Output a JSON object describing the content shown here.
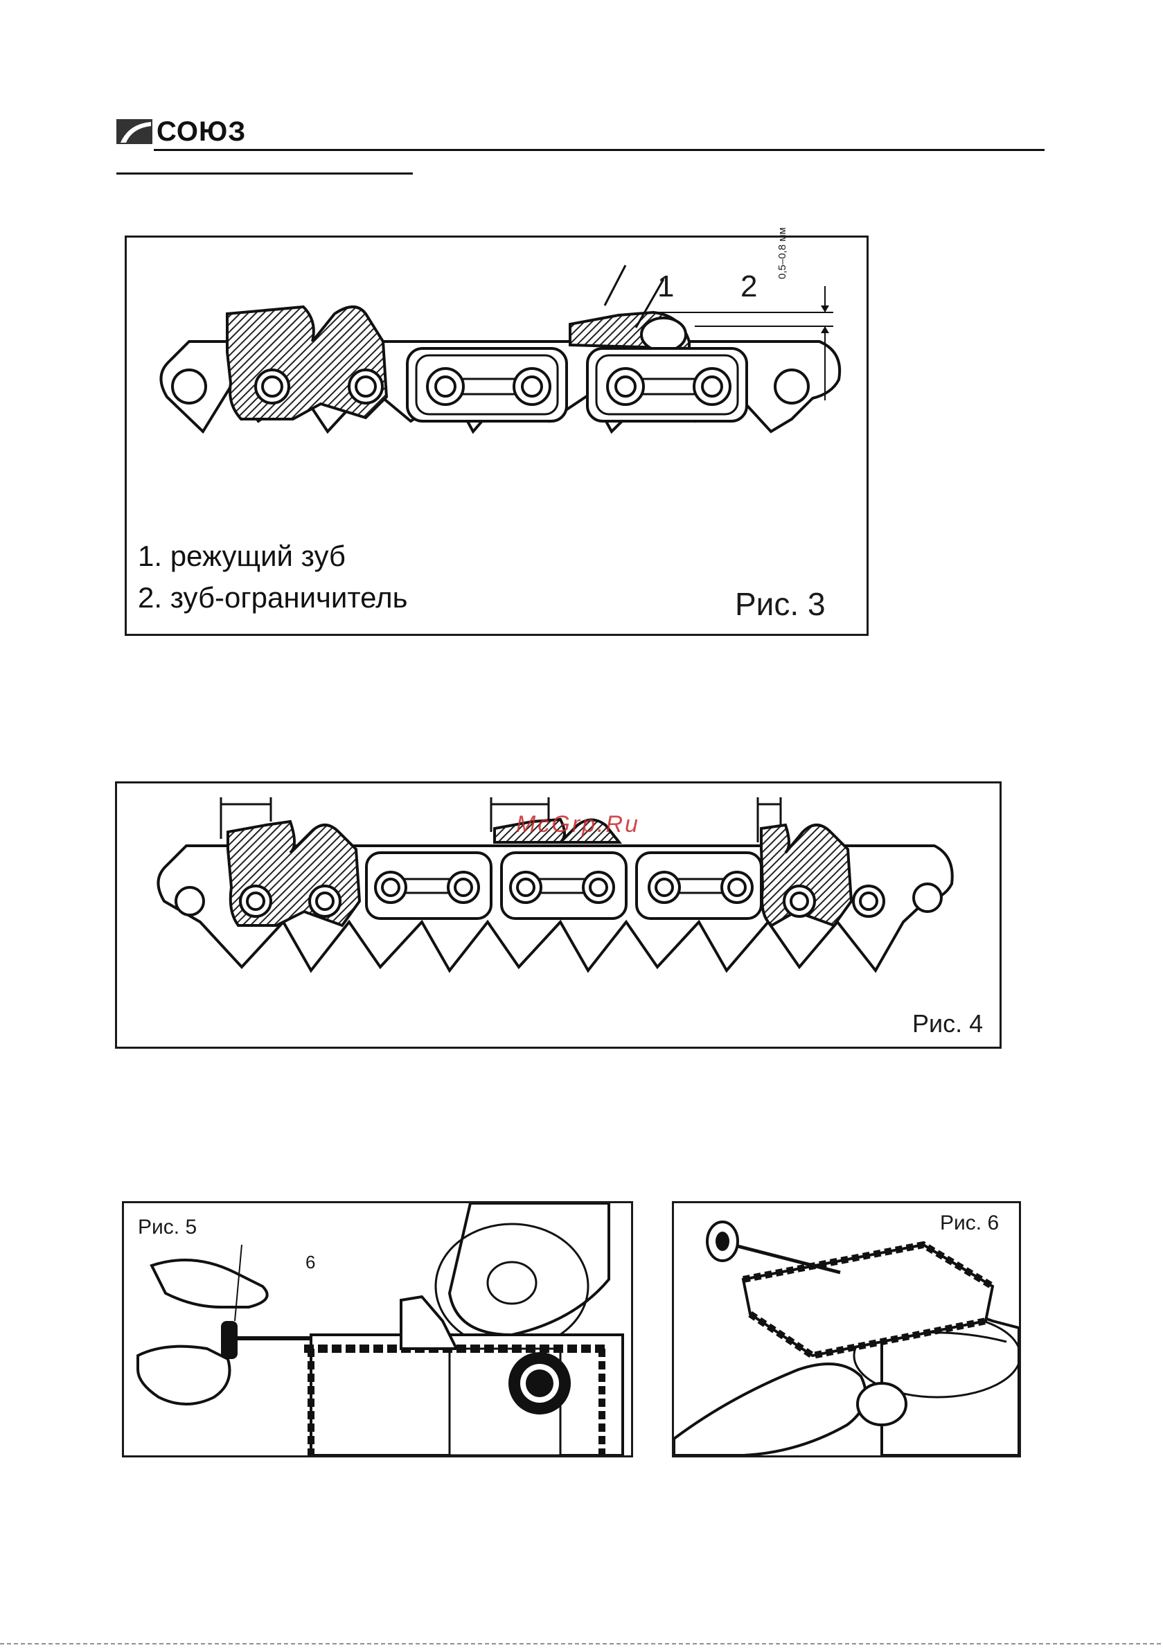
{
  "header": {
    "brand": "СОЮЗ"
  },
  "fig3": {
    "label": "Рис. 3",
    "callout_1": "1",
    "callout_2": "2",
    "dimension": "0,5–0,8 мм",
    "legend": [
      "1. режущий зуб",
      "2. зуб-ограничитель"
    ]
  },
  "fig4": {
    "label": "Рис. 4"
  },
  "watermark": "McGrp.Ru",
  "fig5": {
    "label": "Рис. 5",
    "callout": "6"
  },
  "fig6": {
    "label": "Рис. 6"
  }
}
